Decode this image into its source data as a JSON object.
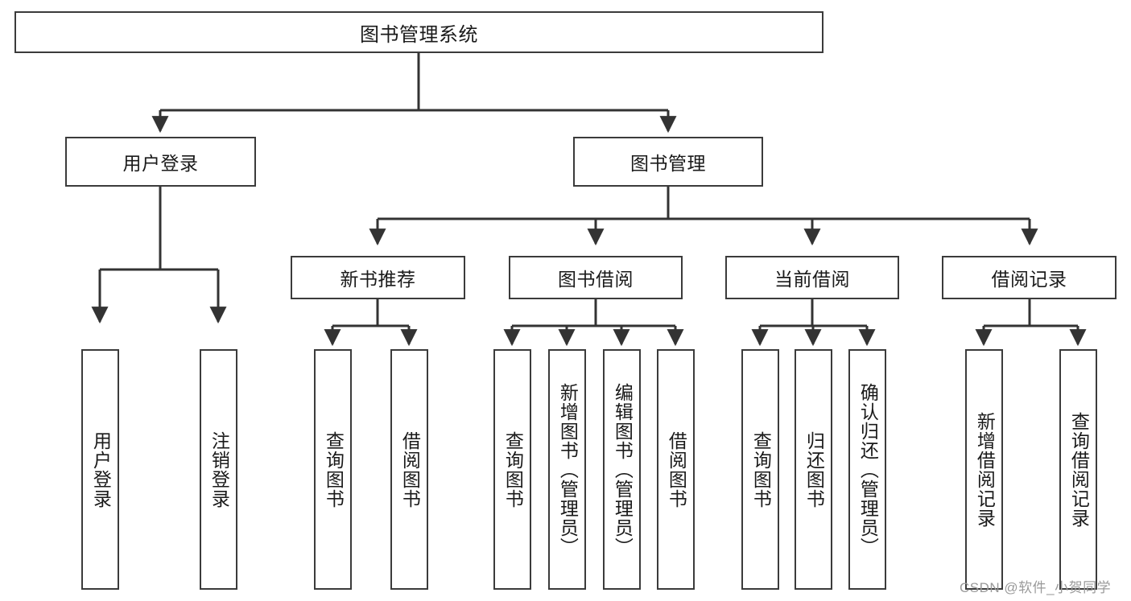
{
  "diagram": {
    "title": "图书管理系统",
    "type": "tree-hierarchy-chart",
    "colors": {
      "box_border": "#3b3b3b",
      "box_fill": "#ffffff",
      "line": "#333333",
      "text": "#1a1a1a",
      "watermark": "#9a9a9a"
    },
    "root": {
      "label": "图书管理系统"
    },
    "level2": [
      {
        "label": "用户登录"
      },
      {
        "label": "图书管理"
      }
    ],
    "level3": [
      {
        "label": "新书推荐"
      },
      {
        "label": "图书借阅"
      },
      {
        "label": "当前借阅"
      },
      {
        "label": "借阅记录"
      }
    ],
    "leaves": {
      "user_login": [
        {
          "label": "用户登录"
        },
        {
          "label": "注销登录"
        }
      ],
      "new_book_recommend": [
        {
          "label": "查询图书"
        },
        {
          "label": "借阅图书"
        }
      ],
      "book_borrow": [
        {
          "label": "查询图书"
        },
        {
          "label": "新增图书（管理员）"
        },
        {
          "label": "编辑图书（管理员）"
        },
        {
          "label": "借阅图书"
        }
      ],
      "current_borrow": [
        {
          "label": "查询图书"
        },
        {
          "label": "归还图书"
        },
        {
          "label": "确认归还（管理员）"
        }
      ],
      "borrow_record": [
        {
          "label": "新增借阅记录"
        },
        {
          "label": "查询借阅记录"
        }
      ]
    }
  },
  "watermark": {
    "text": "CSDN @软件_小贺同学"
  }
}
